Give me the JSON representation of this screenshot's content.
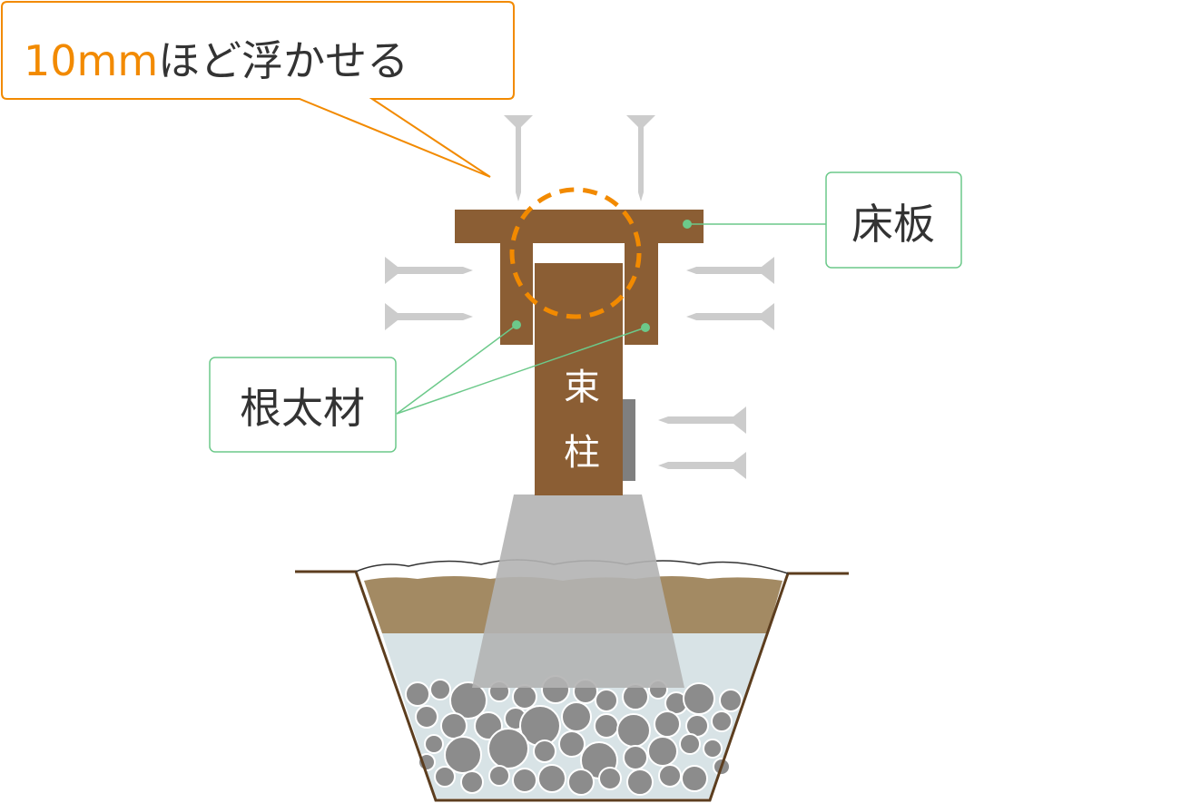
{
  "callout": {
    "highlight": "10mm",
    "rest": "ほど浮かせる",
    "highlight_color": "#F28A00",
    "text_color": "#333333",
    "border_color": "#F28A00"
  },
  "labels": {
    "floorboard": "床板",
    "joist": "根太材",
    "post_line1": "束",
    "post_line2": "柱",
    "label_border_color": "#6CC98A"
  },
  "colors": {
    "wood": "#8B5E34",
    "concrete": "#B3B3B3",
    "screw": "#CCCCCC",
    "soil": "#A38A63",
    "water": "#D8E3E6",
    "stone": "#8C8C8C",
    "ground_line": "#5C3D1E",
    "accent_dash": "#F28A00"
  },
  "icons": [
    "screw-icon"
  ]
}
